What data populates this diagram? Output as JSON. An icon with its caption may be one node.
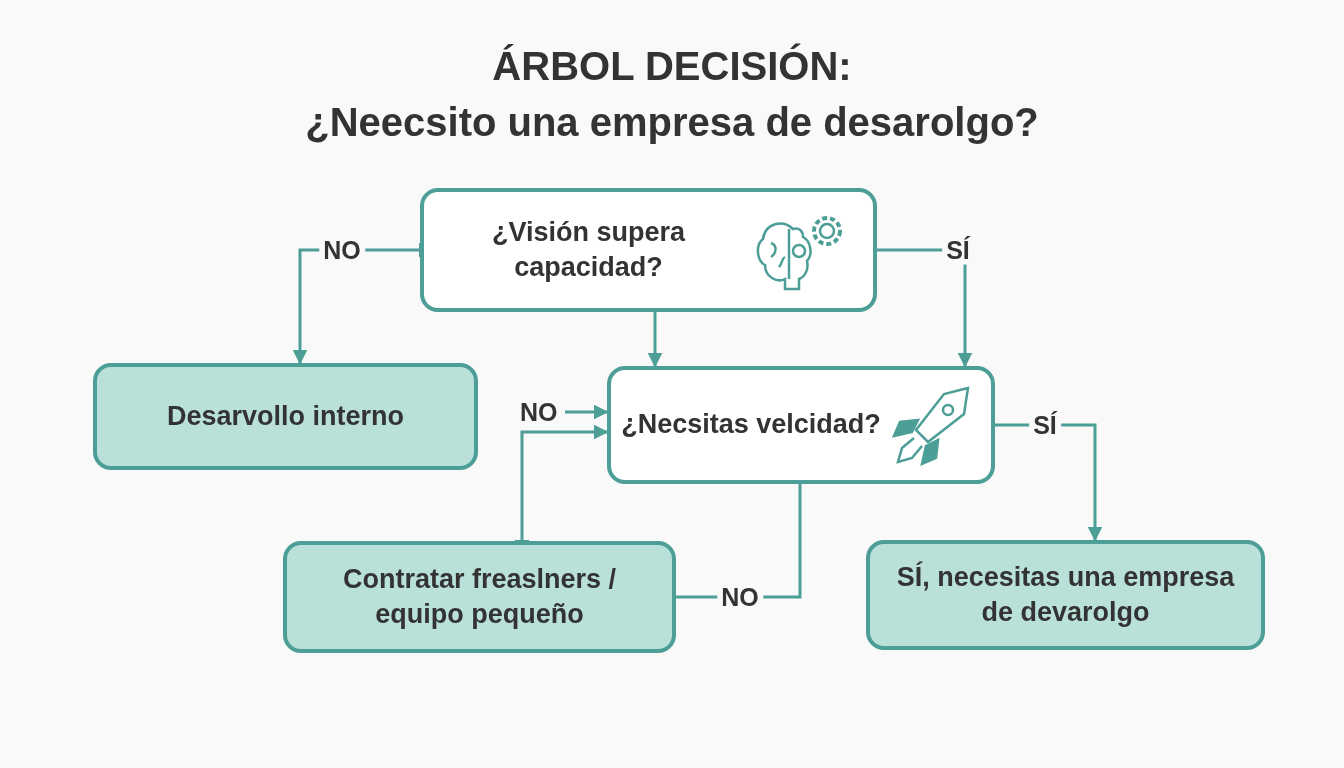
{
  "diagram": {
    "title": "ÁRBOL DECISIÓN:",
    "nodes": [
      {
        "text": [
          "¿Visión supera capacidad?"
        ]
      },
      {
        "text": [
          "Desarvollo interno"
        ]
      },
      {
        "text": [
          "¿Necsitas velcidad?"
        ]
      },
      {
        "text": [
          "Contratar freaslners / equipo pequeño"
        ]
      },
      {
        "text": [
          "SÍ, necesitas una empresa de devarolgo"
        ]
      },
      {
        "text": [
          "NO"
        ]
      }
    ],
    "edges": [
      {
        "from": 0,
        "to": 1,
        "arrow": "both",
        "label": "NO"
      },
      {
        "from": 0,
        "to": 2,
        "arrow": "to",
        "label": "SÍ"
      },
      {
        "from": 0,
        "to": 2,
        "arrow": "to"
      },
      {
        "from": 5,
        "to": 2,
        "arrow": "to"
      },
      {
        "from": 3,
        "to": 2,
        "arrow": "both"
      },
      {
        "from": 2,
        "to": 3,
        "arrow": "none",
        "label": "NO"
      },
      {
        "from": 2,
        "to": 4,
        "arrow": "to",
        "label": "SÍ"
      }
    ],
    "labels": [
      "¿Neecsito una empresa de desarolgo?"
    ]
  }
}
